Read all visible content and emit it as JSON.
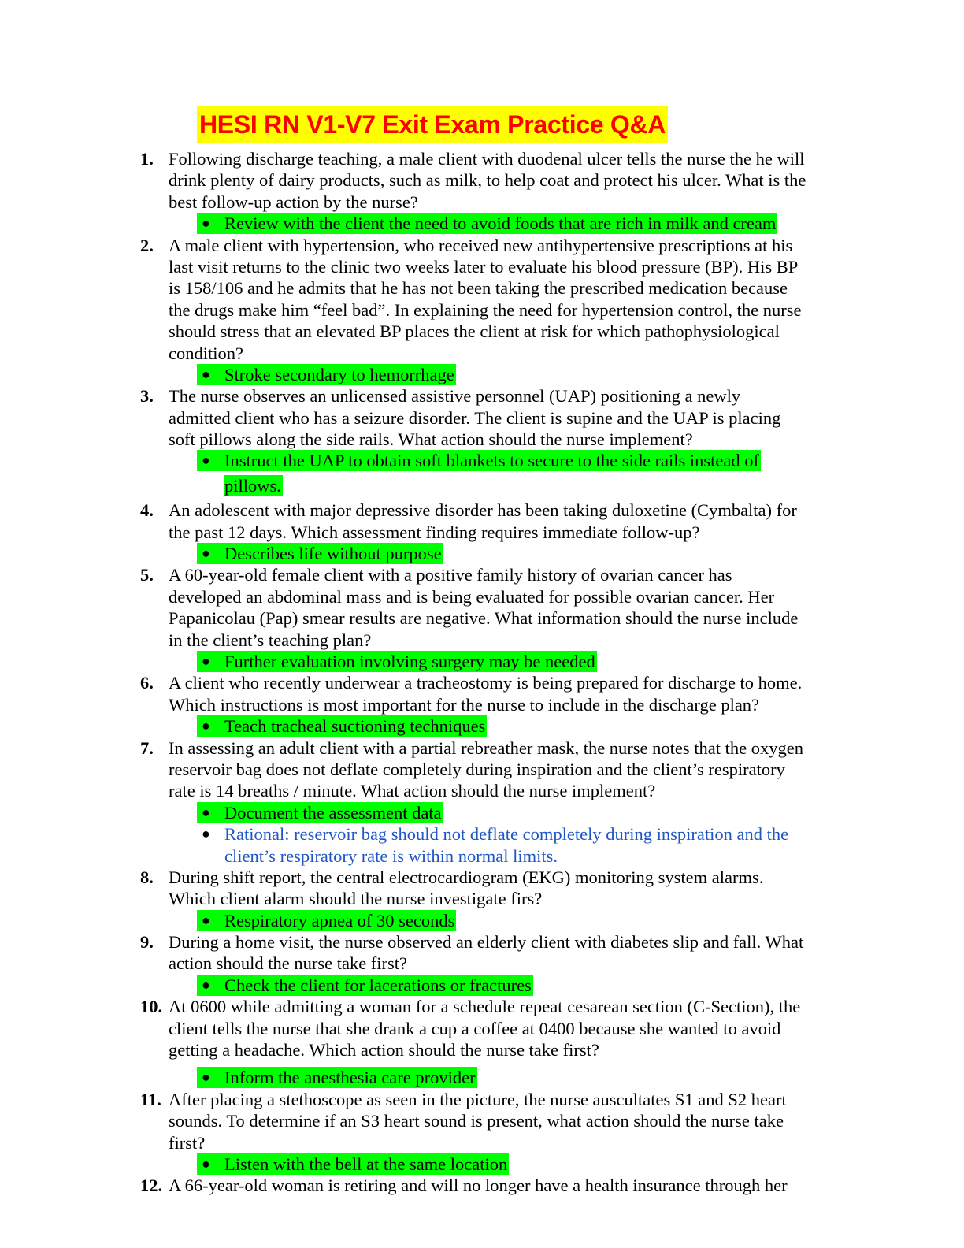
{
  "title": "HESI RN V1-V7 Exit Exam Practice Q&A",
  "colors": {
    "title_bg": "#ffff00",
    "title_text": "#ff0000",
    "answer_highlight": "#00ff00",
    "rationale_text": "#1f56c4"
  },
  "bullet_icon": "●",
  "questions": [
    {
      "number": "1.",
      "lines": [
        "Following discharge teaching, a male client with duodenal ulcer tells the nurse the he will",
        "drink plenty of dairy products, such as milk, to help coat and protect his ulcer. What is the",
        "best follow-up action by the nurse?"
      ],
      "answers": [
        {
          "lines": [
            "Review with the client the need to avoid foods that are rich in milk and cream"
          ]
        }
      ]
    },
    {
      "number": "2.",
      "lines": [
        "A male client with hypertension, who received new antihypertensive prescriptions at his",
        "last visit returns to the clinic two weeks later to evaluate his blood pressure (BP). His BP",
        "is 158/106 and he admits that he has not been taking the prescribed medication because",
        "the drugs make him “feel bad”. In explaining the need for hypertension control, the nurse",
        "should stress that an elevated BP places the client at risk for which pathophysiological",
        "condition?"
      ],
      "answers": [
        {
          "lines": [
            "Stroke secondary to hemorrhage"
          ]
        }
      ]
    },
    {
      "number": "3.",
      "lines": [
        "The nurse observes an unlicensed assistive personnel (UAP) positioning a newly",
        "admitted client who has a seizure disorder. The client is supine and the UAP is placing",
        "soft pillows along the side rails. What action should the nurse implement?"
      ],
      "answers": [
        {
          "lines": [
            "Instruct the UAP to obtain soft blankets to secure to the side rails instead of",
            "pillows."
          ]
        }
      ]
    },
    {
      "number": "4.",
      "lines": [
        "An adolescent with major depressive disorder has been taking duloxetine (Cymbalta) for",
        "the past 12 days. Which assessment finding requires immediate follow-up?"
      ],
      "answers": [
        {
          "lines": [
            "Describes life without purpose"
          ]
        }
      ]
    },
    {
      "number": "5.",
      "lines": [
        "A 60-year-old female client with a positive family history of ovarian cancer has",
        "developed an abdominal mass and is being evaluated for possible ovarian cancer. Her",
        "Papanicolau (Pap) smear results are negative. What information should the nurse include",
        "in the client’s teaching plan?"
      ],
      "answers": [
        {
          "lines": [
            "Further evaluation involving surgery may be needed"
          ]
        }
      ]
    },
    {
      "number": "6.",
      "lines": [
        "A client who recently underwear a tracheostomy is being prepared for discharge to home.",
        "Which instructions is most important for the nurse to include in the discharge plan?"
      ],
      "answers": [
        {
          "lines": [
            "Teach tracheal suctioning techniques"
          ]
        }
      ]
    },
    {
      "number": "7.",
      "lines": [
        "In assessing an adult client with a partial rebreather mask, the nurse notes that the oxygen",
        "reservoir bag does not deflate completely during inspiration and the client’s respiratory",
        "rate is 14 breaths / minute. What action should the nurse implement?"
      ],
      "answers": [
        {
          "lines": [
            "Document the assessment data"
          ]
        },
        {
          "rationale": true,
          "lines": [
            "Rational: reservoir bag should not deflate completely during inspiration and the",
            "client’s respiratory rate is within normal limits."
          ]
        }
      ]
    },
    {
      "number": "8.",
      "lines": [
        "During shift report, the central electrocardiogram (EKG) monitoring system alarms.",
        "Which client alarm should the nurse investigate firs?"
      ],
      "answers": [
        {
          "lines": [
            "Respiratory apnea of 30 seconds"
          ]
        }
      ]
    },
    {
      "number": "9.",
      "lines": [
        "During a home visit, the nurse observed an elderly client with diabetes slip and fall. What",
        "action should the nurse take first?"
      ],
      "answers": [
        {
          "lines": [
            "Check the client for lacerations or fractures"
          ]
        }
      ]
    },
    {
      "number": "10.",
      "lines": [
        "At 0600 while admitting a woman for a schedule repeat cesarean section (C-Section), the",
        "client tells the nurse that she drank a cup a coffee at 0400 because she wanted to avoid",
        "getting a headache. Which action should the nurse take first?"
      ],
      "answers": [
        {
          "lines": [
            "Inform the anesthesia care provider"
          ]
        }
      ]
    },
    {
      "number": "11.",
      "lines": [
        "After placing a stethoscope as seen in the picture, the nurse auscultates S1 and S2 heart",
        "sounds. To determine if an S3 heart sound is present, what action should the nurse take",
        "first?"
      ],
      "answers": [
        {
          "lines": [
            "Listen with the bell at the same location"
          ]
        }
      ]
    },
    {
      "number": "12.",
      "lines": [
        "A 66-year-old woman is retiring and will no longer have a health insurance through her"
      ],
      "answers": []
    }
  ]
}
